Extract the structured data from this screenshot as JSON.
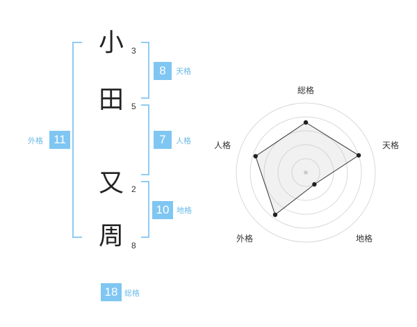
{
  "name": {
    "chars": [
      {
        "char": "小",
        "strokes": "3"
      },
      {
        "char": "田",
        "strokes": "5"
      },
      {
        "char": "又",
        "strokes": "2"
      },
      {
        "char": "周",
        "strokes": "8"
      }
    ]
  },
  "kaku": {
    "ten": {
      "value": "8",
      "label": "天格"
    },
    "jin": {
      "value": "7",
      "label": "人格"
    },
    "chi": {
      "value": "10",
      "label": "地格"
    },
    "gai": {
      "value": "11",
      "label": "外格"
    },
    "sou": {
      "value": "18",
      "label": "総格"
    }
  },
  "colors": {
    "accent": "#7fc6f2",
    "bracket": "#8fcbf3",
    "label": "#6bbbe9"
  },
  "chart_data": {
    "type": "radar",
    "axes": [
      "総格",
      "天格",
      "地格",
      "外格",
      "人格"
    ],
    "values": [
      0.72,
      0.8,
      0.21,
      0.75,
      0.76
    ],
    "max": 1,
    "rings": 5
  }
}
